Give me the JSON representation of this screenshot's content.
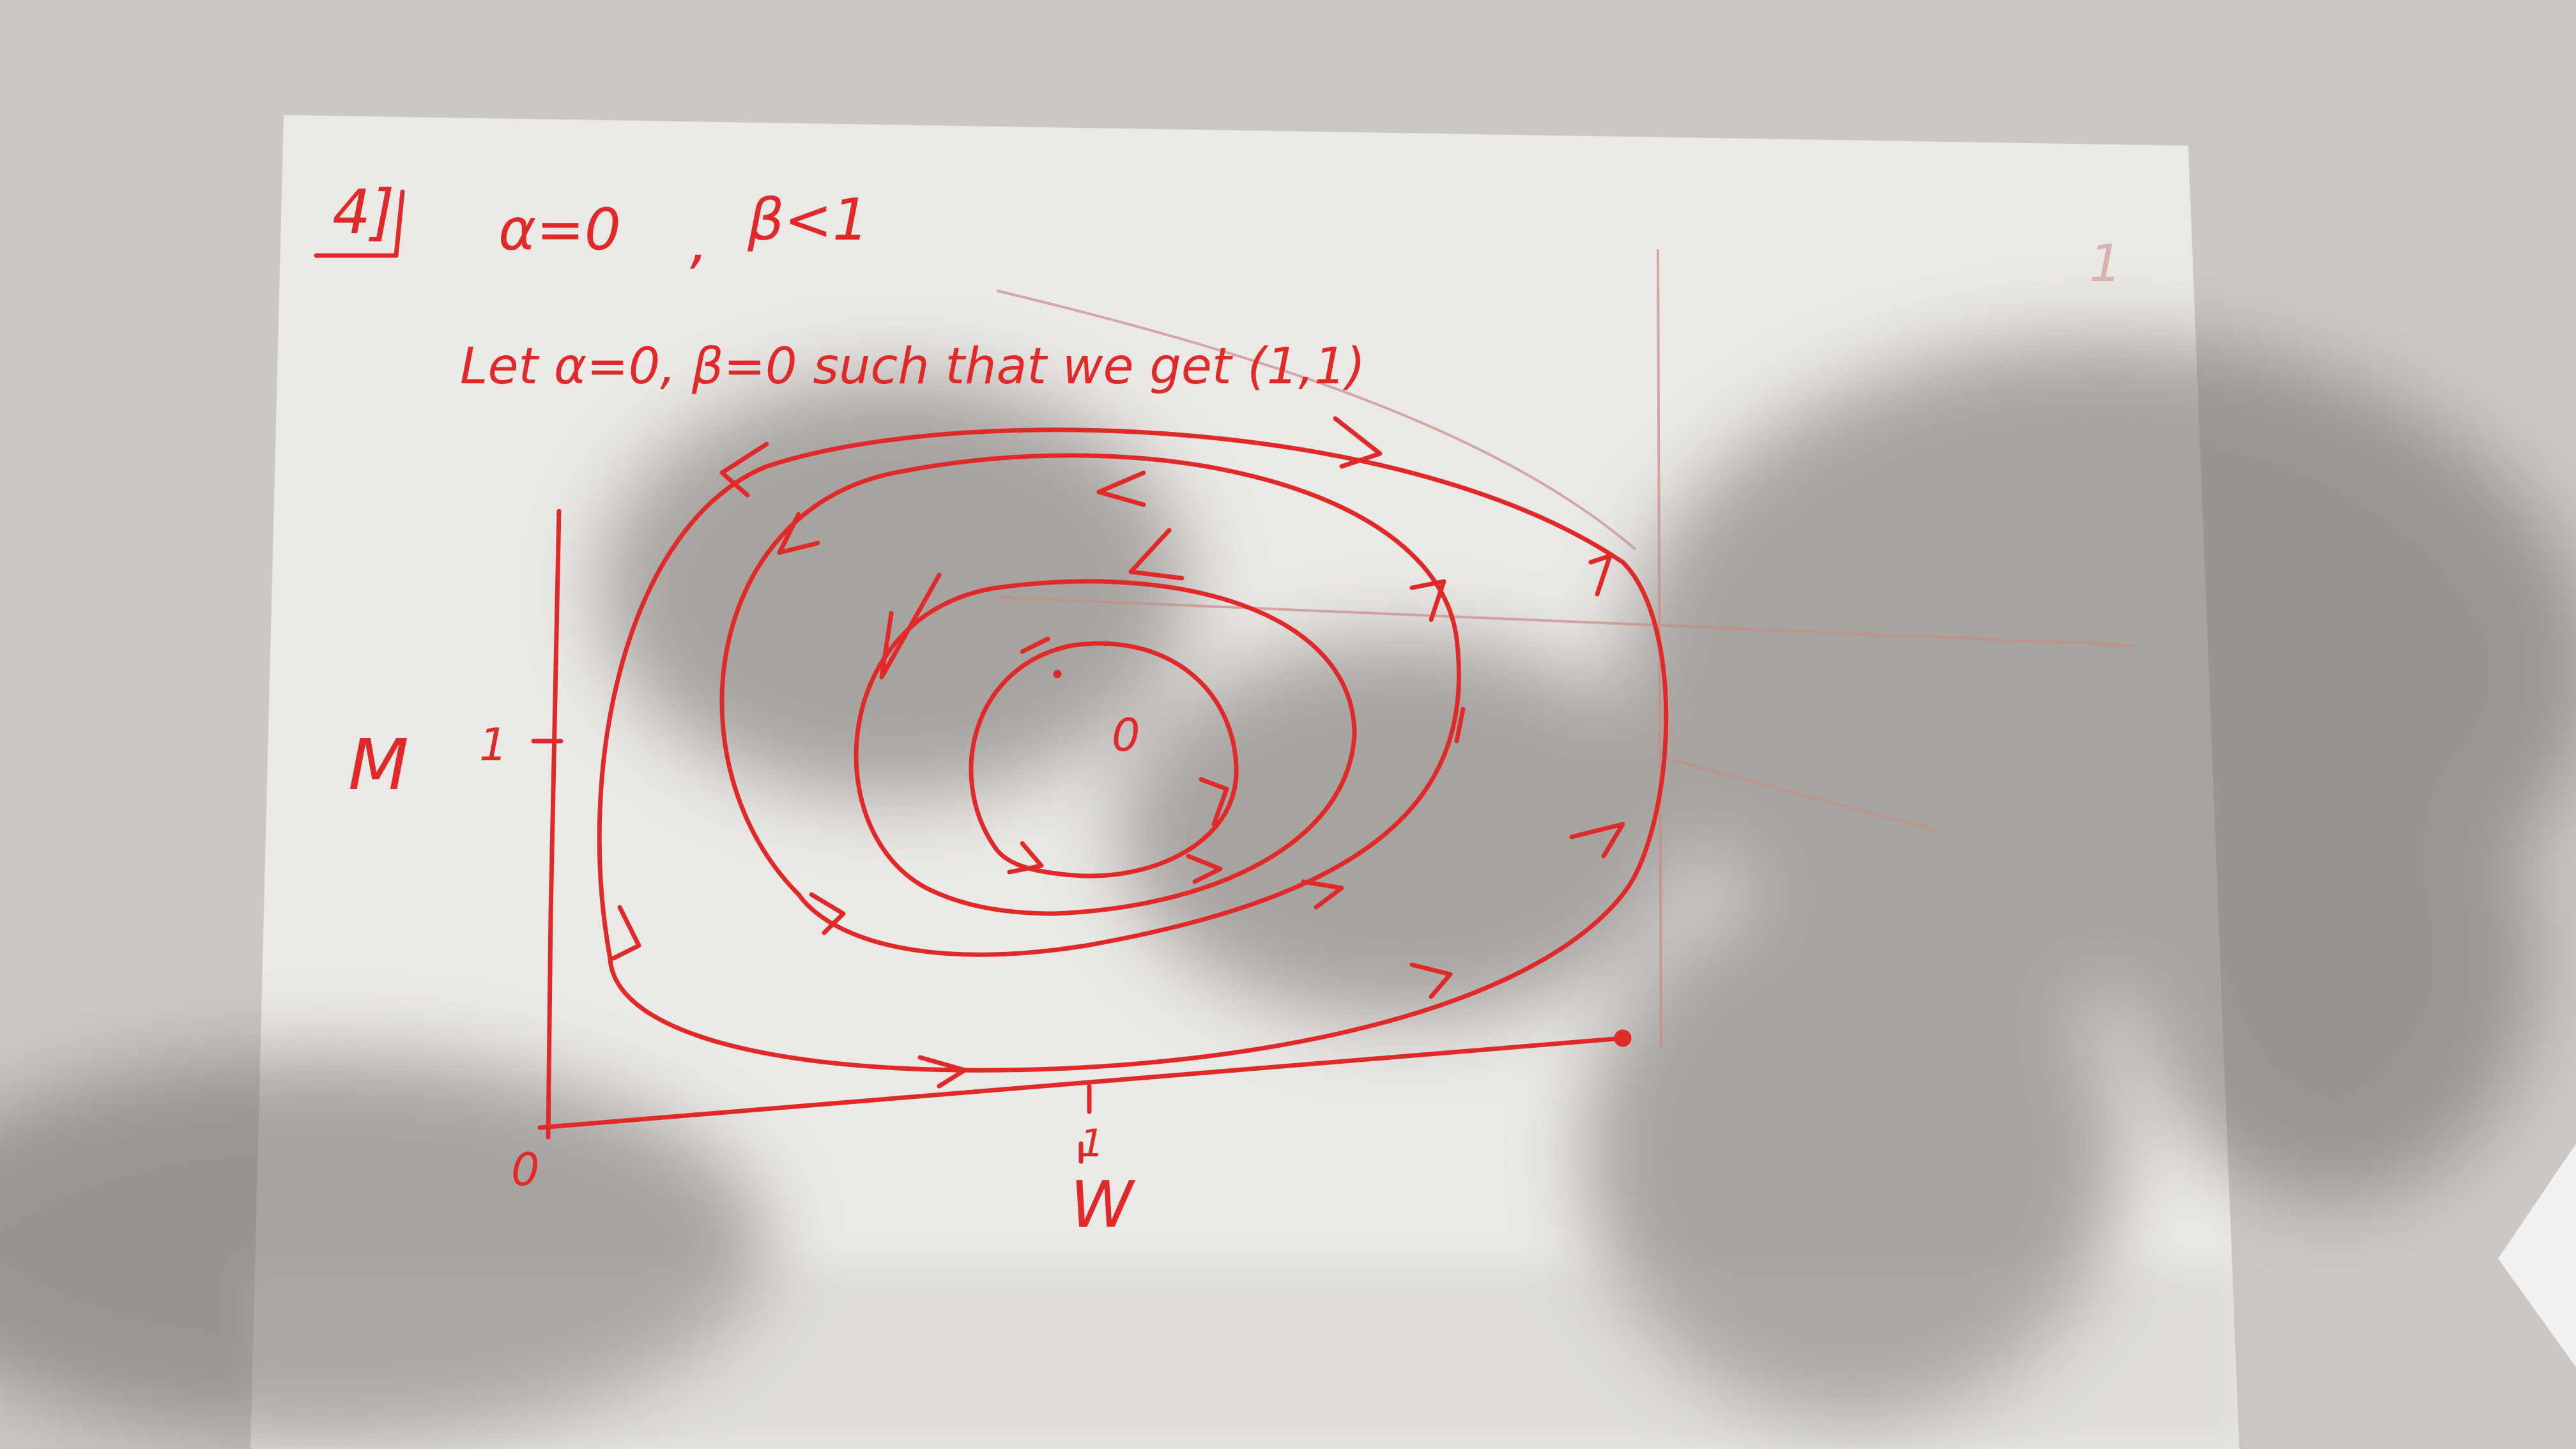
{
  "photo": {
    "description_free": true,
    "colors": {
      "table": "#c9c6c2",
      "paper": "#e9e7e4",
      "shadow": "#8f8c88",
      "ink": "#e02a2a",
      "pencil": "#c98a86"
    }
  },
  "note": {
    "problem_number": "4]",
    "condition_alpha": "α=0",
    "condition_sep": ",",
    "condition_beta": "β<1",
    "let_line": "Let α=0, β=0 such that we get (1,1)",
    "y_axis_letter": "M",
    "y_tick_label": "1",
    "origin_label": "0",
    "x_tick_label": "1",
    "x_axis_letter": "W",
    "center_label": "0",
    "corner_mark": "1"
  }
}
